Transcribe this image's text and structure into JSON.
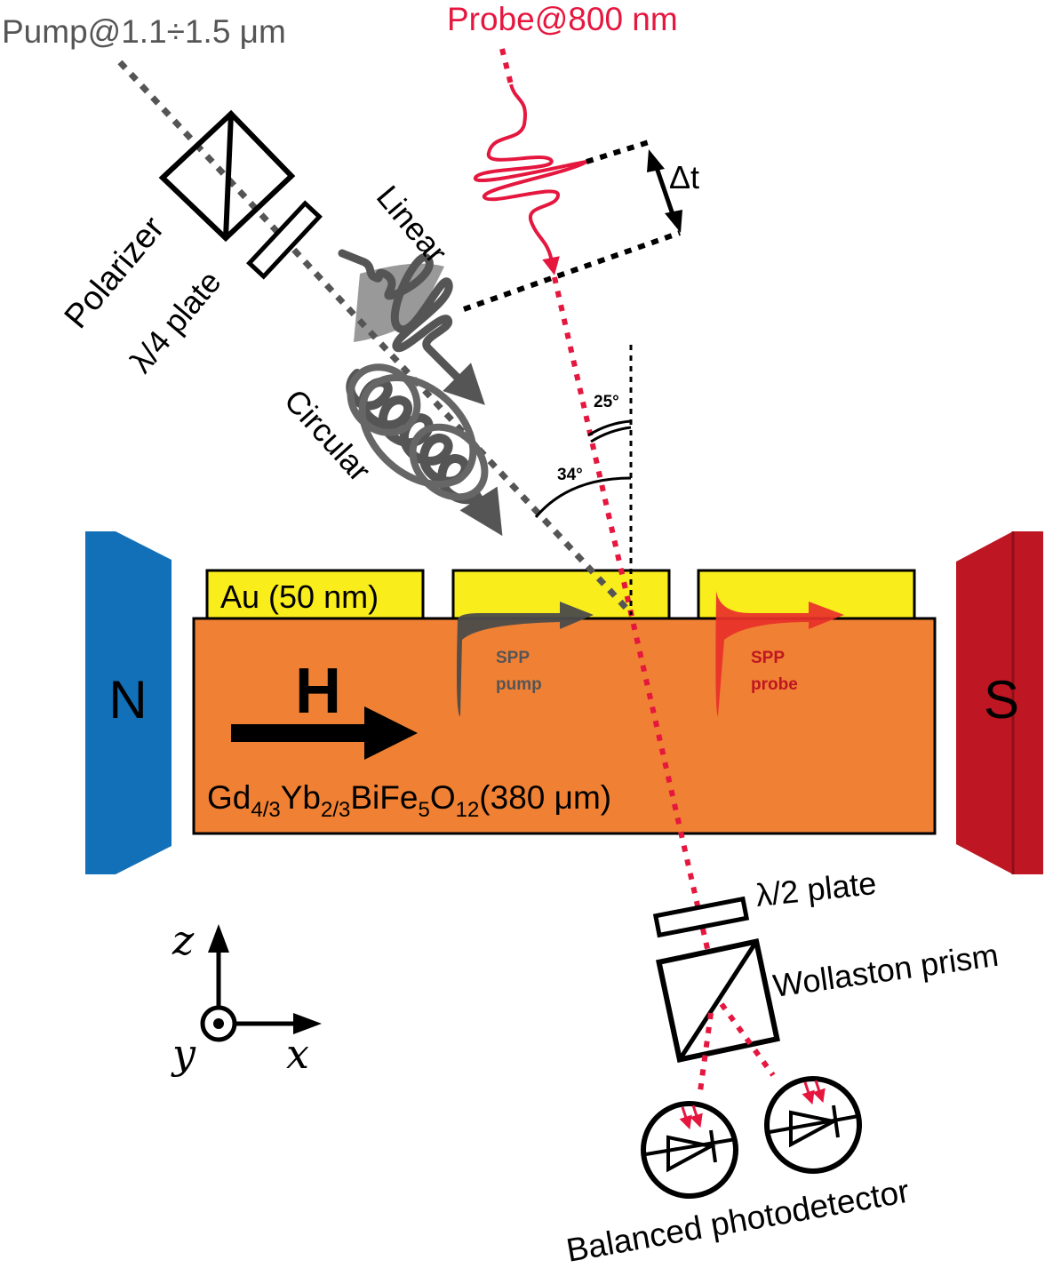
{
  "labels": {
    "pump": "Pump@1.1÷1.5 μm",
    "probe": "Probe@800 nm",
    "delta_t": "Δt",
    "polarizer": "Polarizer",
    "quarter_plate": "λ/4 plate",
    "linear": "Linear",
    "circular": "Circular",
    "angle_25": "25°",
    "angle_34": "34°",
    "gold_film": "Au (50 nm)",
    "spp_pump_1": "SPP",
    "spp_pump_2": "pump",
    "spp_probe_1": "SPP",
    "spp_probe_2": "probe",
    "field": "H",
    "magnet_north": "N",
    "magnet_south": "S",
    "substrate_a": "Gd",
    "substrate_a_sub": "4/3",
    "substrate_b": "Yb",
    "substrate_b_sub": "2/3",
    "substrate_c": "BiFe",
    "substrate_c_sub": "5",
    "substrate_d": "O",
    "substrate_d_sub": "12",
    "substrate_thickness": "(380 μm)",
    "half_plate": "λ/2 plate",
    "wollaston": "Wollaston prism",
    "detector": "Balanced photodetector",
    "axis_z": "z",
    "axis_y": "y",
    "axis_x": "x"
  },
  "colors": {
    "magnet_north": "#1170b8",
    "magnet_south": "#be1622",
    "substrate": "#f08033",
    "gold": "#f9ed1c",
    "probe": "#e5173f",
    "pump": "#555555",
    "spp_probe": "#e8302a"
  }
}
